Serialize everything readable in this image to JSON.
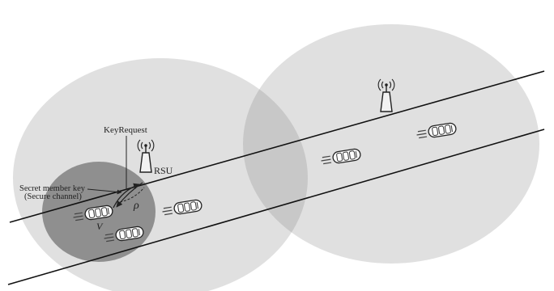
{
  "labels": {
    "key_request": "KeyRequest",
    "rsu": "RSU",
    "secret_key_line1": "Secret member key",
    "secret_key_line2": "(Secure channel)",
    "symbol_v": "V",
    "symbol_rho": "ρ"
  },
  "icons": {
    "rsu_tower": "rsu-tower-icon",
    "vehicle": "vehicle-icon"
  },
  "colors": {
    "coverage_light": "#e0e0e0",
    "coverage_overlap": "#c8c8c8",
    "coverage_dark": "#8f8f8f",
    "road": "#111111",
    "stroke": "#222222"
  }
}
